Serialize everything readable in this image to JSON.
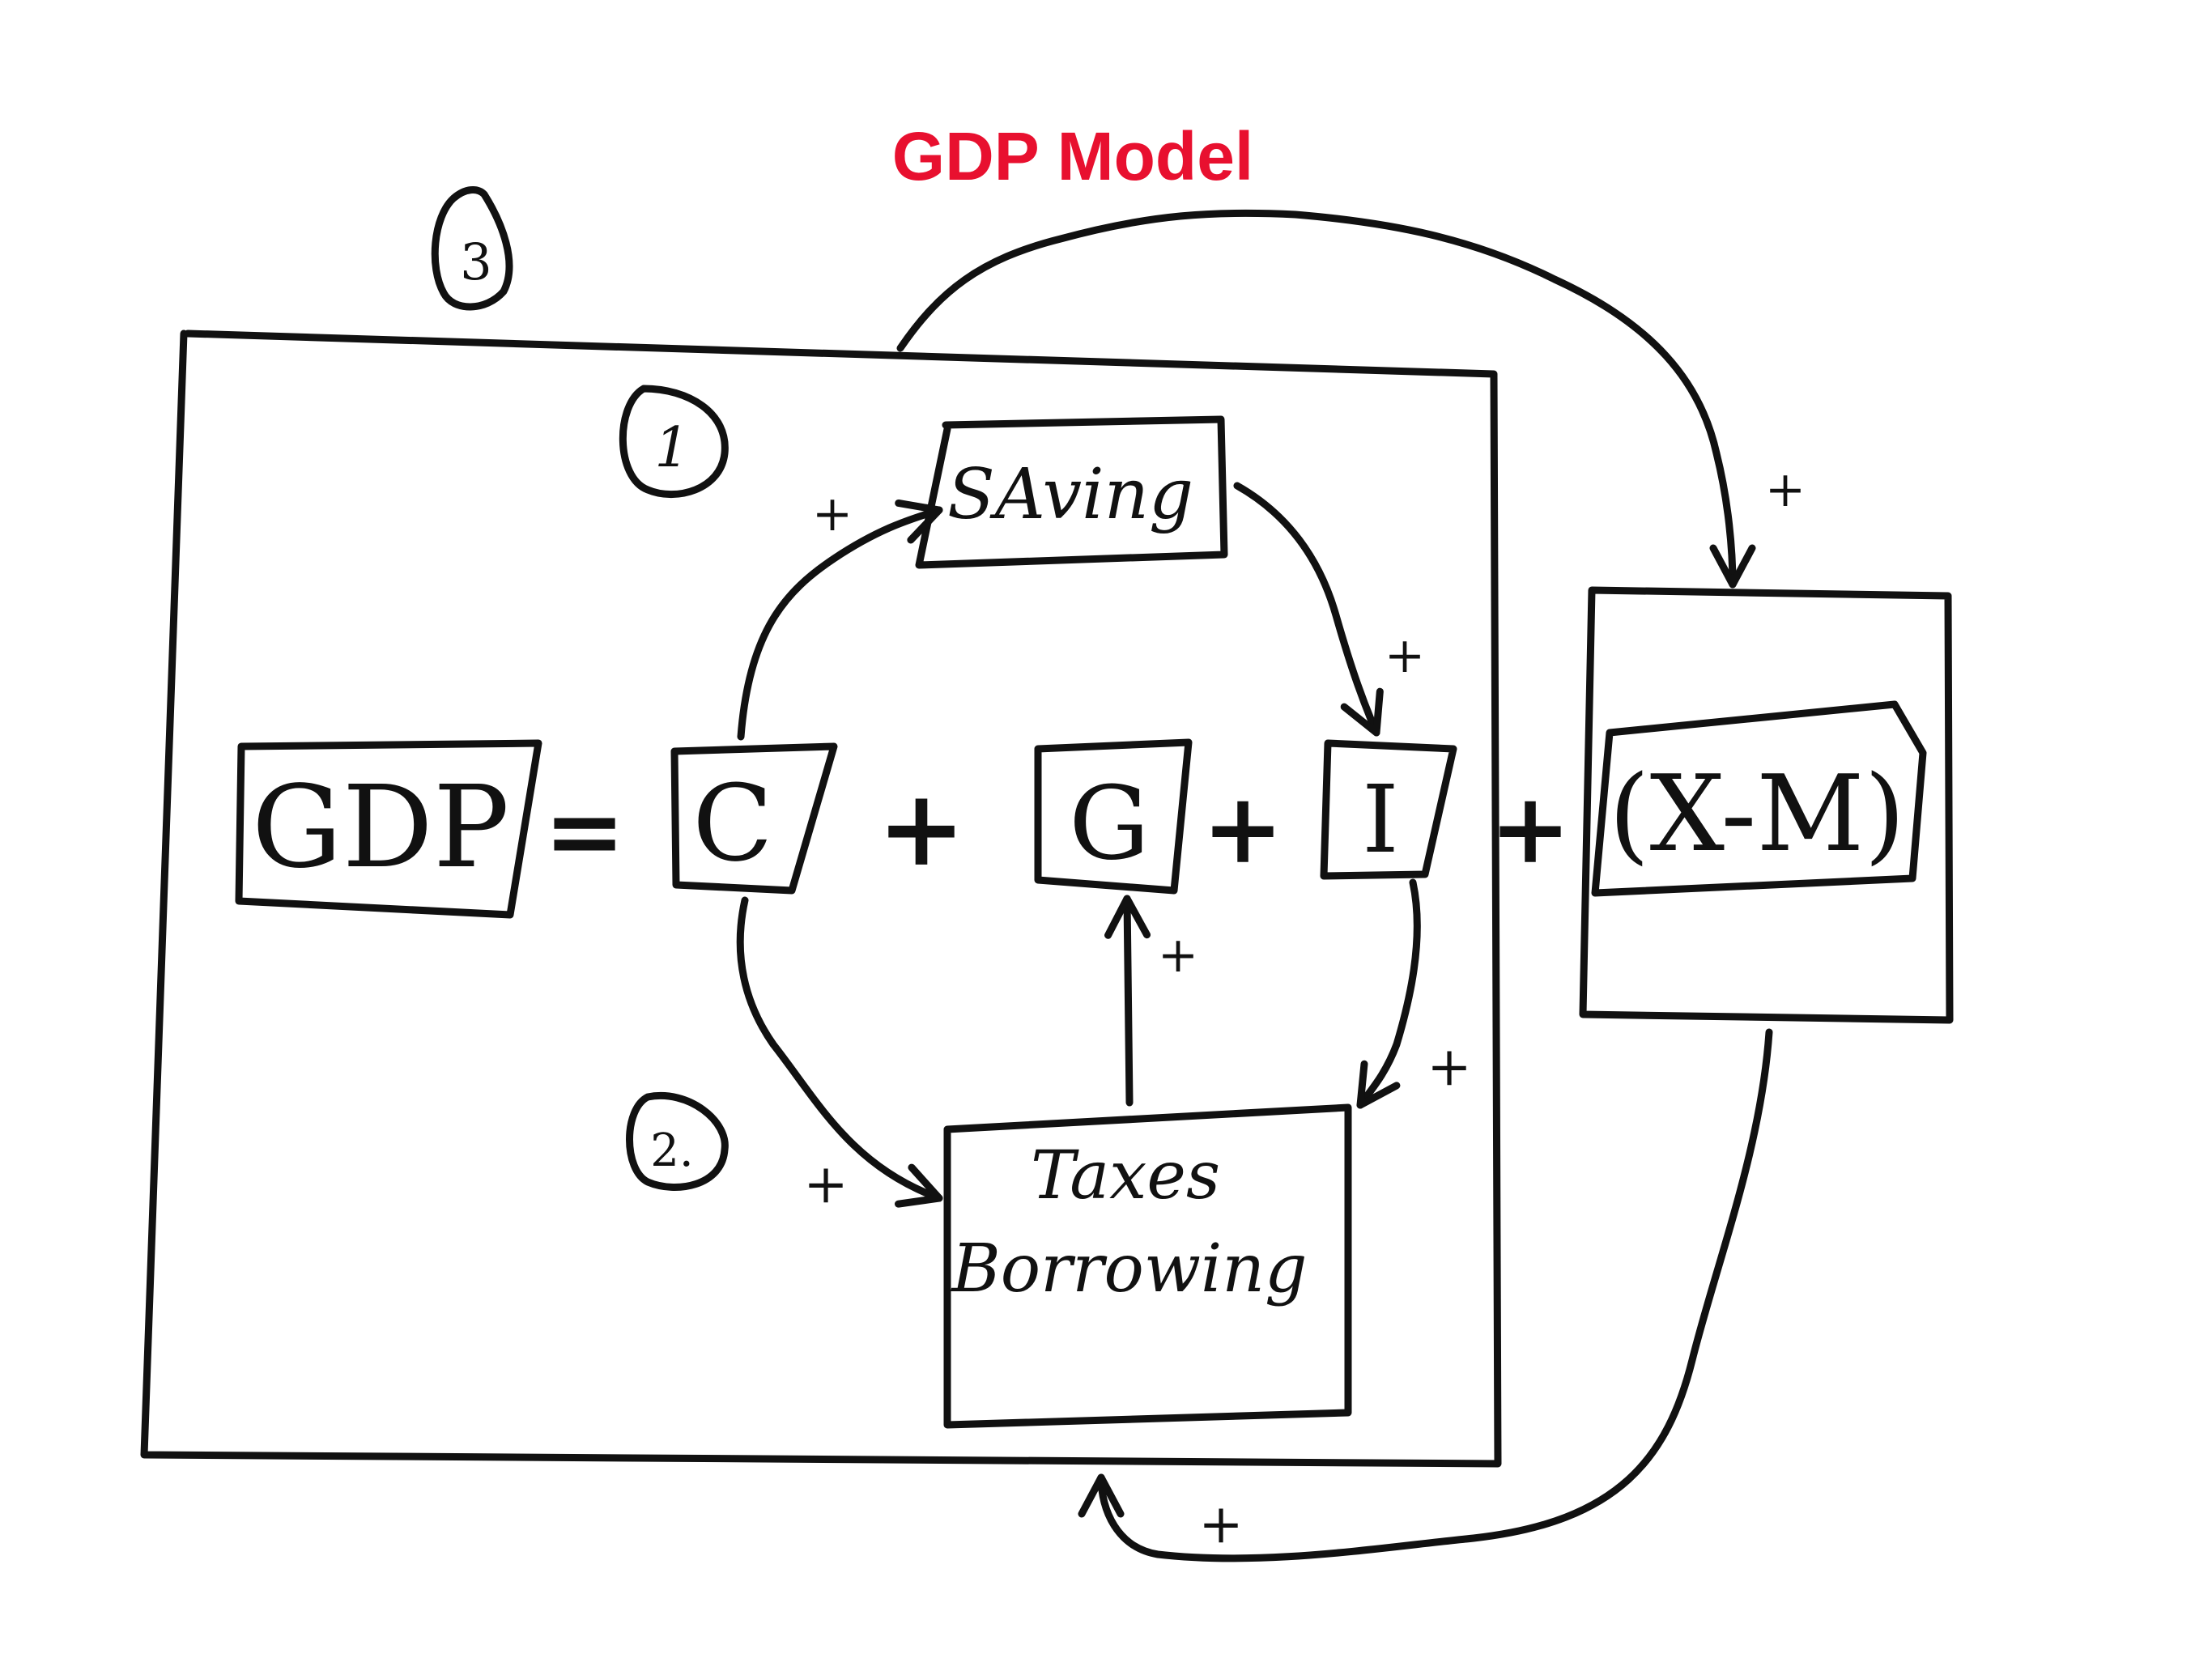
{
  "title": "GDP Model",
  "colors": {
    "title": "#e8102f",
    "ink": "#111111",
    "background": "#ffffff"
  },
  "equation": {
    "gdp": "GDP",
    "equals": "=",
    "c": "C",
    "plus_1": "+",
    "g": "G",
    "plus_2": "+",
    "i": "I",
    "plus_3": "+",
    "net_exports": "(X-M)"
  },
  "nodes": {
    "saving": "SAving",
    "taxes_line1": "Taxes",
    "taxes_line2": "Borrowing"
  },
  "loop_markers": {
    "loop_1": "1",
    "loop_2": "2.",
    "loop_3": "3"
  },
  "link_polarities": {
    "c_to_saving": "+",
    "saving_to_i": "+",
    "c_to_taxes": "+",
    "taxes_to_g": "+",
    "i_to_taxes": "+",
    "outer_to_xm": "+",
    "xm_to_outer": "+"
  }
}
